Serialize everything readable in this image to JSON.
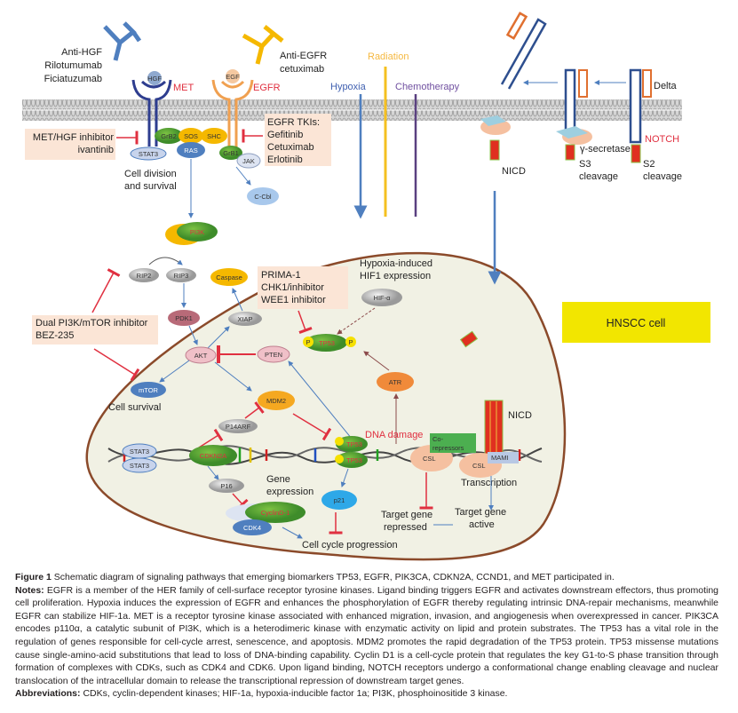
{
  "figure": {
    "antibodies": {
      "anti_hgf": [
        "Anti-HGF",
        "Rilotumumab",
        "Ficiatuzumab"
      ],
      "anti_egfr": [
        "Anti-EGFR",
        "cetuximab"
      ]
    },
    "receptors": {
      "met": "MET",
      "hgf": "HGF",
      "egfr": "EGFR",
      "egf": "EGF",
      "notch": "NOTCH",
      "delta": "Delta"
    },
    "stimuli": {
      "hypoxia": "Hypoxia",
      "radiation": "Radiation",
      "chemotherapy": "Chemotherapy"
    },
    "boxes": {
      "met_inhibitor": [
        "MET/HGF inhibitor",
        "ivantinib"
      ],
      "egfr_tkis": [
        "EGFR TKIs:",
        "Gefitinib",
        "Cetuximab",
        "Erlotinib"
      ],
      "prima": [
        "PRIMA-1",
        "CHK1/inhibitor",
        "WEE1 inhibitor"
      ],
      "dual_inhibitor": [
        "Dual PI3K/mTOR inhibitor",
        "BEZ-235"
      ],
      "hnscc": "HNSCC cell"
    },
    "nodes": {
      "grb2": "GrB2",
      "sos": "SOS",
      "shc": "SHC",
      "ras": "RAS",
      "stat3": "STAT3",
      "grb1": "GrB1",
      "jak": "JAK",
      "ccbl": "C-Cbl",
      "pi3k": "PI3K",
      "rip2": "RIP2",
      "rip3": "RIP3",
      "caspase": "Caspase",
      "pdk1": "PDK1",
      "xiap": "XIAP",
      "akt": "AKT",
      "pten": "PTEN",
      "mtor": "mTOR",
      "mdm2": "MDM2",
      "p14arf": "P14ARF",
      "cdkn2a": "CDKN2A",
      "p16": "P16",
      "cyclind1": "CyclinD-1",
      "cdk4": "CDK4",
      "tp53": "TP53",
      "p": "P",
      "p21": "p21",
      "hif": "HIF-α",
      "atr": "ATR",
      "csl": "CSL",
      "corepressors": [
        "Co-",
        "repressors"
      ],
      "mami": "MAMI",
      "nicd": "NICD"
    },
    "texts": {
      "cell_division": [
        "Cell division",
        "and survival"
      ],
      "cell_survival": "Cell survival",
      "hypoxia_induced": [
        "Hypoxia-induced",
        "HIF1 expression"
      ],
      "dna_damage": "DNA damage",
      "gene_expression": [
        "Gene",
        "expression"
      ],
      "cell_cycle": "Cell cycle progression",
      "target_repressed": [
        "Target gene",
        "repressed"
      ],
      "target_active": [
        "Target gene",
        "active"
      ],
      "transcription": "Transcription",
      "gamma_secretase": "γ-secretase",
      "s3": [
        "S3",
        "cleavage"
      ],
      "s2": [
        "S2",
        "cleavage"
      ]
    },
    "colors": {
      "cell_fill": "#f1f1e4",
      "cell_border": "#8b4a2a",
      "inhibit": "#e03040",
      "activate": "#4f7fbf",
      "hnscc_box": "#f2e600"
    }
  },
  "caption": {
    "figure_label": "Figure 1",
    "figure_text": "Schematic diagram of signaling pathways that emerging biomarkers TP53, EGFR, PIK3CA, CDKN2A, CCND1, and MET participated in.",
    "notes_label": "Notes:",
    "notes_text": "EGFR is a member of the HER family of cell-surface receptor tyrosine kinases. Ligand binding triggers EGFR and activates downstream effectors, thus promoting cell proliferation. Hypoxia induces the expression of EGFR and enhances the phosphorylation of EGFR thereby regulating intrinsic DNA-repair mechanisms, meanwhile EGFR can stabilize HIF-1a. MET is a receptor tyrosine kinase associated with enhanced migration, invasion, and angiogenesis when overexpressed in cancer. PIK3CA encodes p110α, a catalytic subunit of PI3K, which is a heterodimeric kinase with enzymatic activity on lipid and protein substrates. The TP53 has a vital role in the regulation of genes responsible for cell-cycle arrest, senescence, and apoptosis. MDM2 promotes the rapid degradation of the TP53 protein. TP53 missense mutations cause single-amino-acid substitutions that lead to loss of DNA-binding capability. Cyclin D1 is a cell-cycle protein that regulates the key G1-to-S phase transition through formation of complexes with CDKs, such as CDK4 and CDK6. Upon ligand binding, NOTCH receptors undergo a conformational change enabling cleavage and nuclear translocation of the intracellular domain to release the transcriptional repression of downstream target genes.",
    "abbreviations_label": "Abbreviations:",
    "abbreviations_text": "CDKs, cyclin-dependent kinases; HIF-1a, hypoxia-inducible factor 1a; PI3K, phosphoinositide 3 kinase."
  }
}
